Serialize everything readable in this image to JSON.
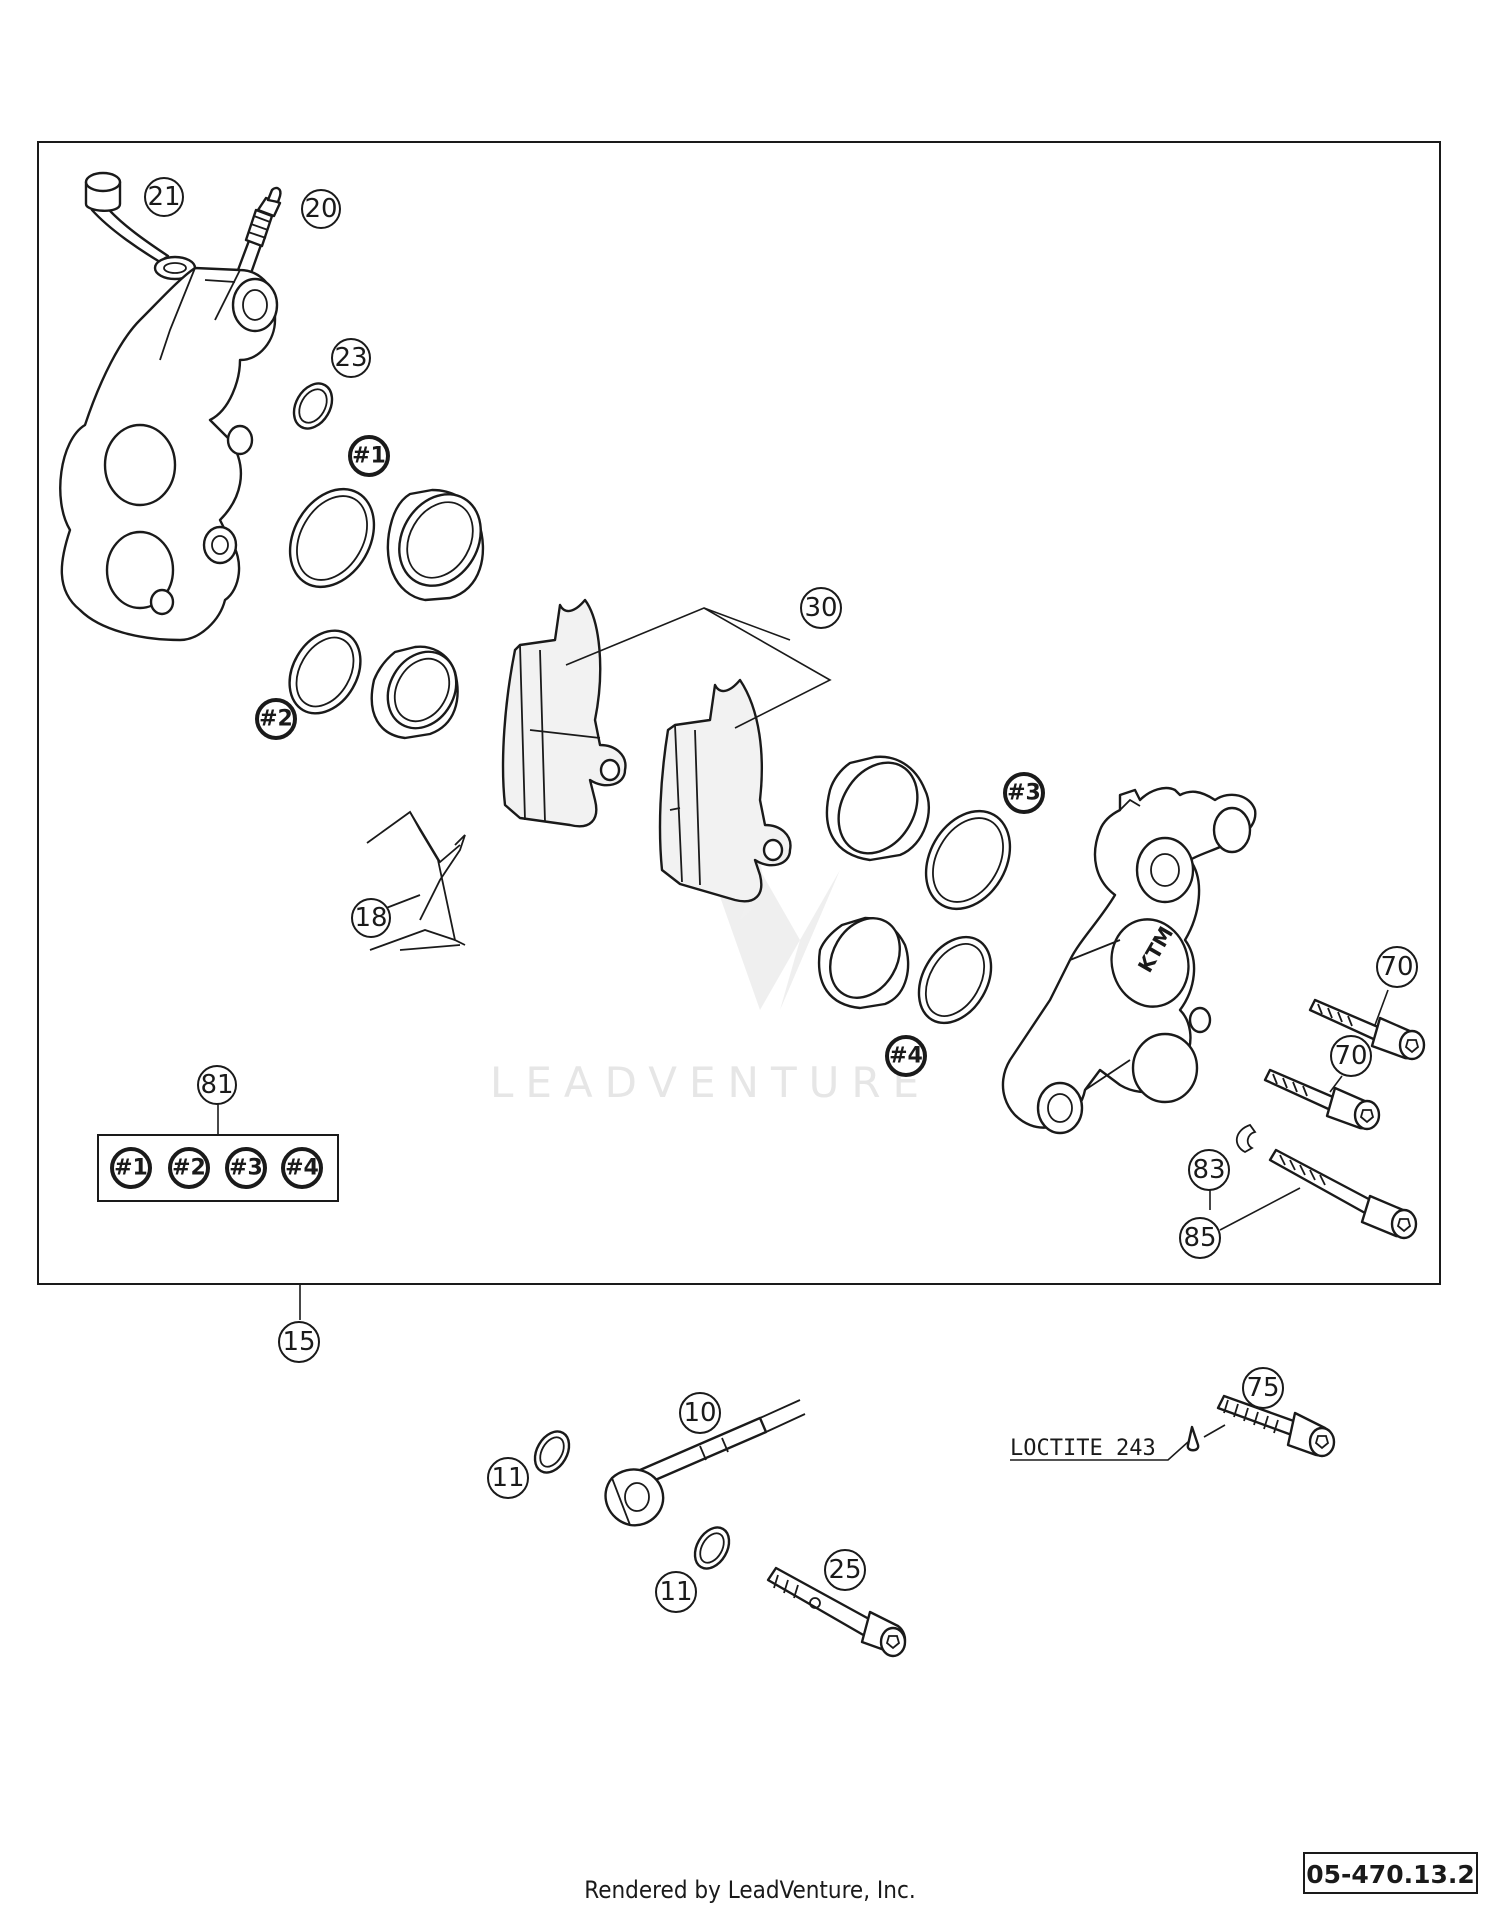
{
  "callouts": {
    "c21": "21",
    "c20": "20",
    "c23": "23",
    "c30": "30",
    "c18": "18",
    "c81": "81",
    "c15": "15",
    "c70a": "70",
    "c70b": "70",
    "c83": "83",
    "c85": "85",
    "c10": "10",
    "c11a": "11",
    "c11b": "11",
    "c25": "25",
    "c75": "75"
  },
  "seal_refs": {
    "r1": "#1",
    "r2": "#2",
    "r3": "#3",
    "r4": "#4",
    "kit1": "#1",
    "kit2": "#2",
    "kit3": "#3",
    "kit4": "#4"
  },
  "note": "LOCTITE 243",
  "caliper_brand": "KTM",
  "watermark": "LEADVENTURE",
  "footer": "Rendered by LeadVenture, Inc.",
  "diagram_number": "05-470.13.2"
}
